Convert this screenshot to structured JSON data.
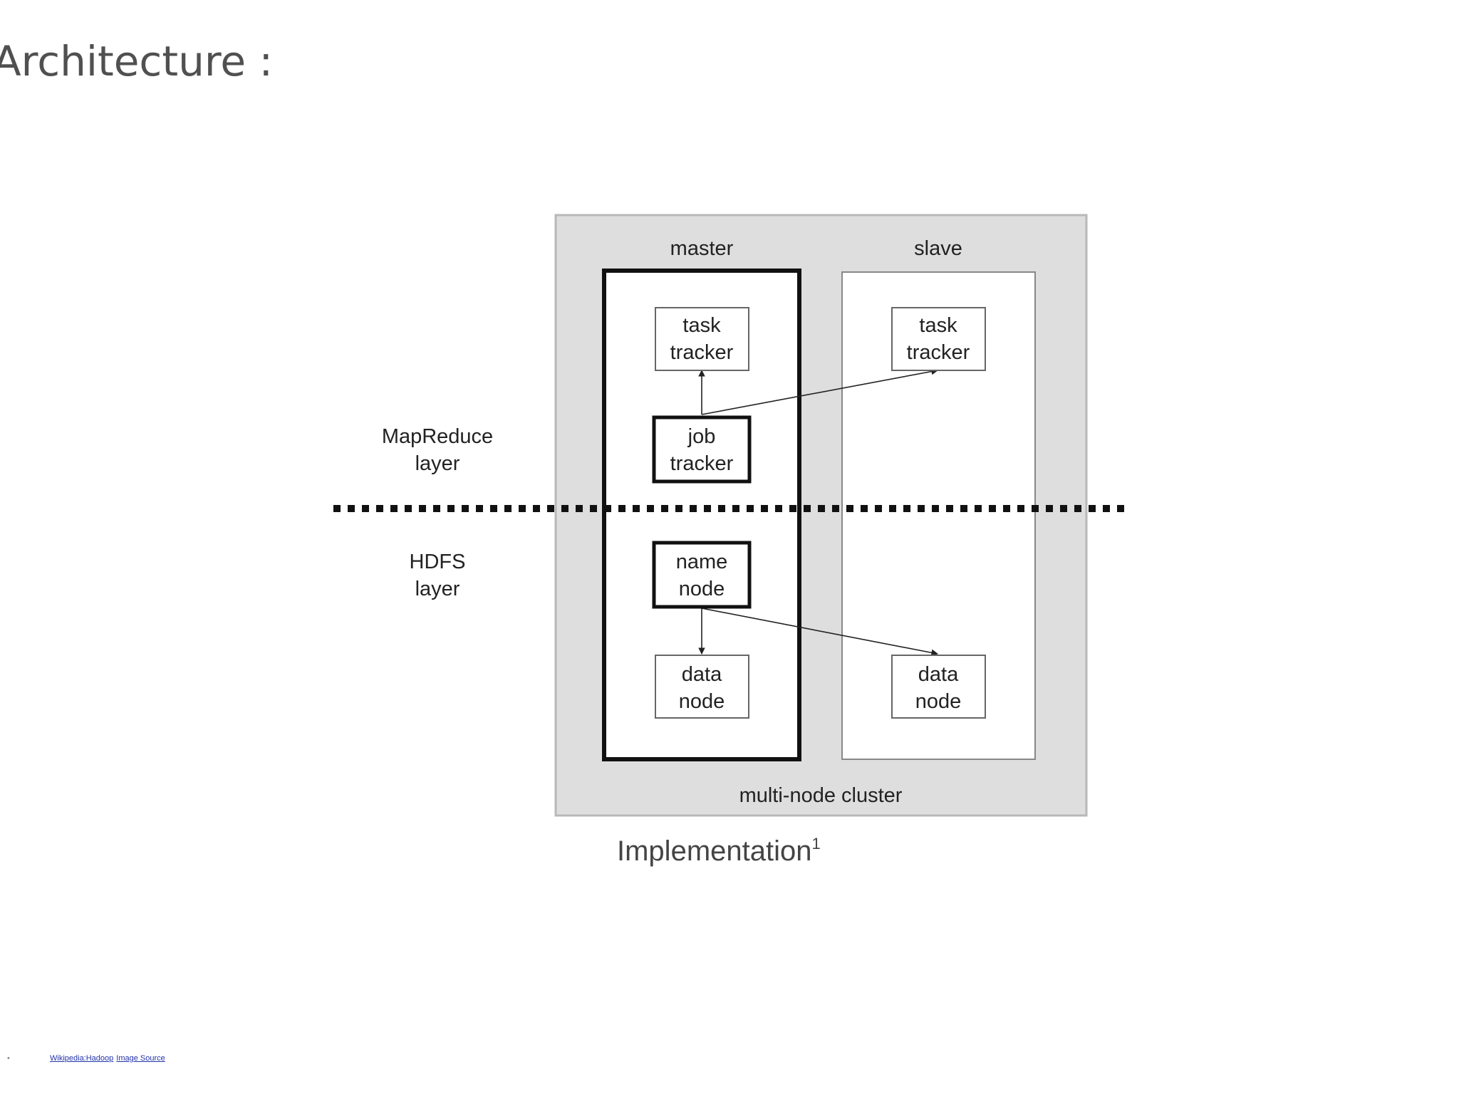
{
  "title": "Architecture :",
  "diagram": {
    "master_label": "master",
    "slave_label": "slave",
    "cluster_label": "multi-node cluster",
    "mapreduce_layer": [
      "MapReduce",
      "layer"
    ],
    "hdfs_layer": [
      "HDFS",
      "layer"
    ],
    "master_task_tracker": [
      "task",
      "tracker"
    ],
    "job_tracker": [
      "job",
      "tracker"
    ],
    "name_node": [
      "name",
      "node"
    ],
    "master_data_node": [
      "data",
      "node"
    ],
    "slave_task_tracker": [
      "task",
      "tracker"
    ],
    "slave_data_node": [
      "data",
      "node"
    ]
  },
  "caption": {
    "text": "Implementation",
    "superscript": "1"
  },
  "footnote": {
    "bullet": "•",
    "link1": "Wikipedia:Hadoop",
    "link2": "Image Source"
  }
}
